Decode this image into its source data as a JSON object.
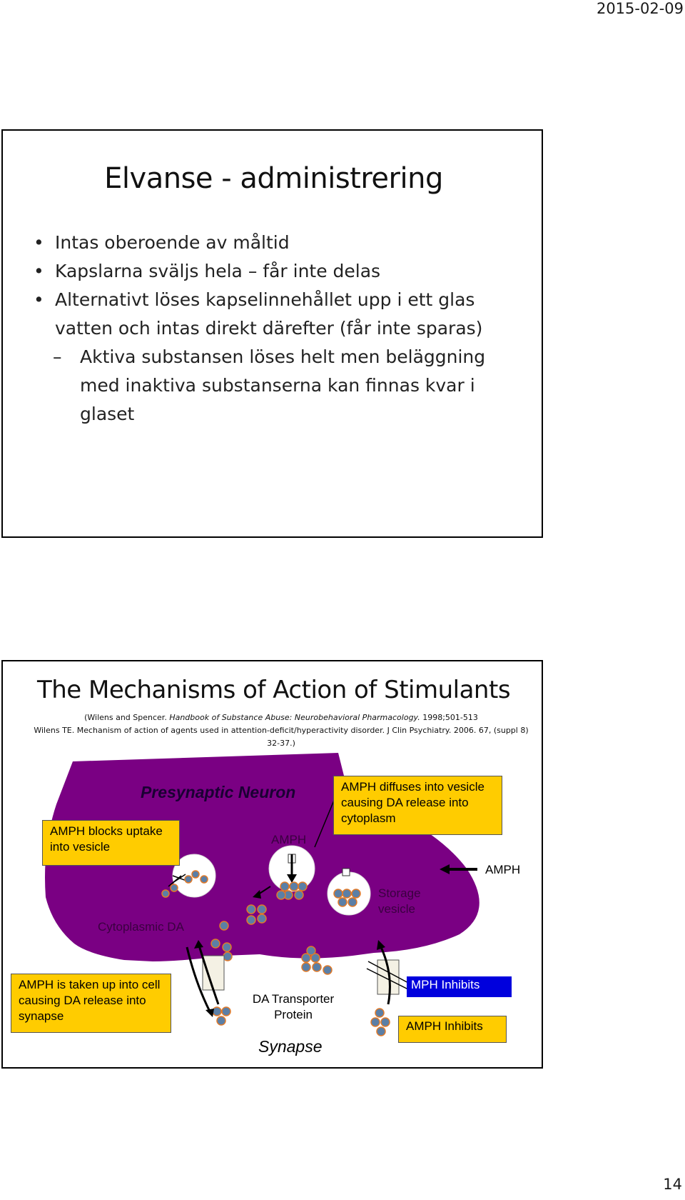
{
  "header": {
    "date": "2015-02-09"
  },
  "footer": {
    "page_number": "14"
  },
  "slide1": {
    "title": "Elvanse - administrering",
    "bullets": [
      "Intas oberoende av måltid",
      "Kapslarna sväljs hela – får inte delas",
      "Alternativt löses kapselinnehållet upp i ett glas vatten och intas direkt därefter (får inte sparas)"
    ],
    "sub_bullet": "Aktiva substansen löses helt men beläggning med inaktiva substanserna kan finnas kvar i glaset"
  },
  "slide2": {
    "title": "The Mechanisms of Action of Stimulants",
    "ref1_plain": "(Wilens and Spencer. ",
    "ref1_italic": "Handbook of Substance Abuse: Neurobehavioral Pharmacology.",
    "ref1_tail": " 1998;501-513",
    "ref2": "Wilens TE. Mechanism of action of agents used in attention-deficit/hyperactivity disorder. J Clin Psychiatry. 2006. 67, (suppl 8) 32-37.)",
    "diagram": {
      "neuron_title": "Presynaptic Neuron",
      "box_blocks": "AMPH blocks uptake into vesicle",
      "box_diffuses": "AMPH diffuses into vesicle causing DA release into cytoplasm",
      "box_taken_up": "AMPH is taken up into cell causing DA release into synapse",
      "amph_label_center": "AMPH",
      "amph_label_right": "AMPH",
      "storage_vesicle": "Storage vesicle",
      "cytoplasmic_da": "Cytoplasmic DA",
      "transporter": "DA Transporter Protein",
      "synapse": "Synapse",
      "mph_inhibits": "MPH Inhibits",
      "amph_inhibits": "AMPH Inhibits",
      "colors": {
        "neuron": "#7a0083",
        "box": "#ffcc00",
        "molecule_fill": "#5b7fa6",
        "molecule_border": "#e07a2a",
        "mph_box": "#0000dd"
      }
    }
  }
}
